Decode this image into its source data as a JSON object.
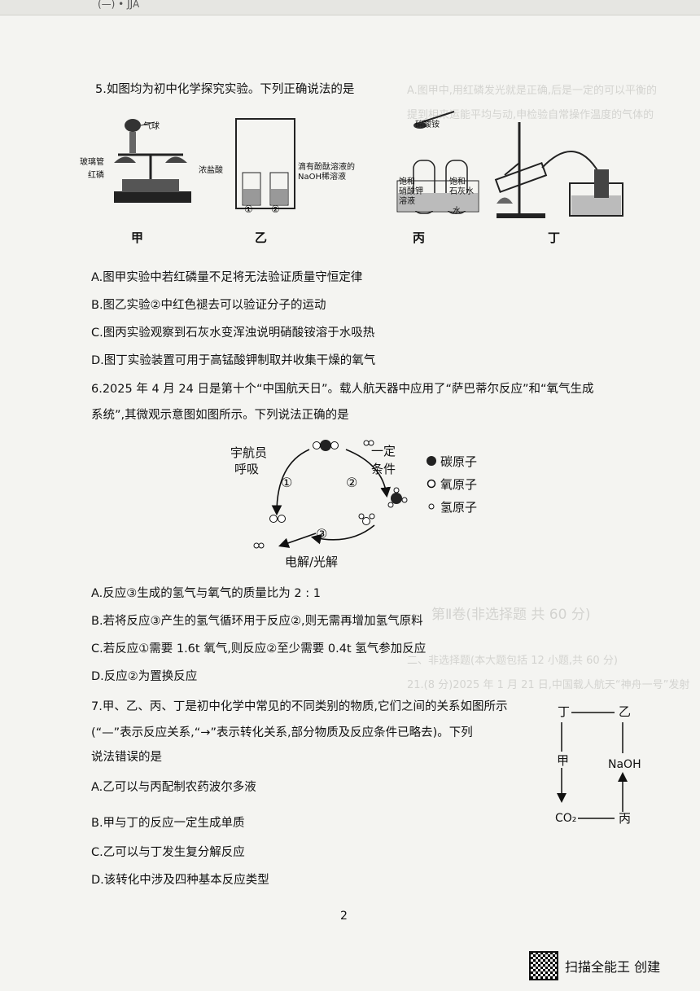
{
  "header_fragment": "(—)   • JJA",
  "q5": {
    "stem": "5.如图均为初中化学探究实验。下列正确说法的是",
    "fig_labels": [
      "甲",
      "乙",
      "丙",
      "丁"
    ],
    "fig_jia": {
      "balloon": "气球",
      "glass_tube": "玻璃管",
      "red_p": "红磷"
    },
    "fig_yi": {
      "acid": "浓盐酸",
      "naoh_1": "滴有酚酞溶液的",
      "naoh_2": "NaOH稀溶液",
      "b1": "①",
      "b2": "②"
    },
    "fig_bing": {
      "salt": "硝酸铵",
      "left_1": "饱和",
      "left_2": "硝酸钾",
      "left_3": "溶液",
      "right_1": "饱和",
      "right_2": "石灰水",
      "water": "水"
    },
    "options": [
      "A.图甲实验中若红磷量不足将无法验证质量守恒定律",
      "B.图乙实验②中红色褪去可以验证分子的运动",
      "C.图丙实验观察到石灰水变浑浊说明硝酸铵溶于水吸热",
      "D.图丁实验装置可用于高锰酸钾制取并收集干燥的氧气"
    ]
  },
  "q6": {
    "stem_1": "6.2025 年 4 月 24 日是第十个“中国航天日”。载人航天器中应用了“萨巴蒂尔反应”和“氧气生成",
    "stem_2": "系统”,其微观示意图如图所示。下列说法正确的是",
    "diagram": {
      "astronaut": [
        "宇航员",
        "呼吸"
      ],
      "condition": [
        "一定",
        "条件"
      ],
      "electrolysis": "电解/光解",
      "steps": [
        "①",
        "②",
        "③"
      ],
      "legend": [
        "碳原子",
        "氧原子",
        "氢原子"
      ]
    },
    "options": [
      "A.反应③生成的氢气与氧气的质量比为 2 : 1",
      "B.若将反应③产生的氢气循环用于反应②,则无需再增加氢气原料",
      "C.若反应①需要 1.6t 氧气,则反应②至少需要 0.4t 氢气参加反应",
      "D.反应②为置换反应"
    ]
  },
  "q7": {
    "stem_1": "7.甲、乙、丙、丁是初中化学中常见的不同类别的物质,它们之间的关系如图所示",
    "stem_2": "(“—”表示反应关系,“→”表示转化关系,部分物质及反应条件已略去)。下列",
    "stem_3": "说法错误的是",
    "diagram": {
      "ding": "丁",
      "yi": "乙",
      "jia": "甲",
      "naoh": "NaOH",
      "co2": "CO₂",
      "bing": "丙"
    },
    "options": [
      "A.乙可以与丙配制农药波尔多液",
      "B.甲与丁的反应一定生成单质",
      "C.乙可以与丁发生复分解反应",
      "D.该转化中涉及四种基本反应类型"
    ]
  },
  "bleed_text": [
    "A.图甲中,用红磷发光就是正确,后是一定的可以平衡的",
    "提到相来运能平均与动,申检验自常操作温度的气体的",
    "第Ⅱ卷(非选择题  共 60 分)",
    "二、非选择题(本大题包括 12 小题,共 60 分)",
    "21.(8 分)2025 年 1 月 21 日,中国载人航天“神舟一号”发射"
  ],
  "page_number": "2",
  "footer_text": "扫描全能王 创建"
}
